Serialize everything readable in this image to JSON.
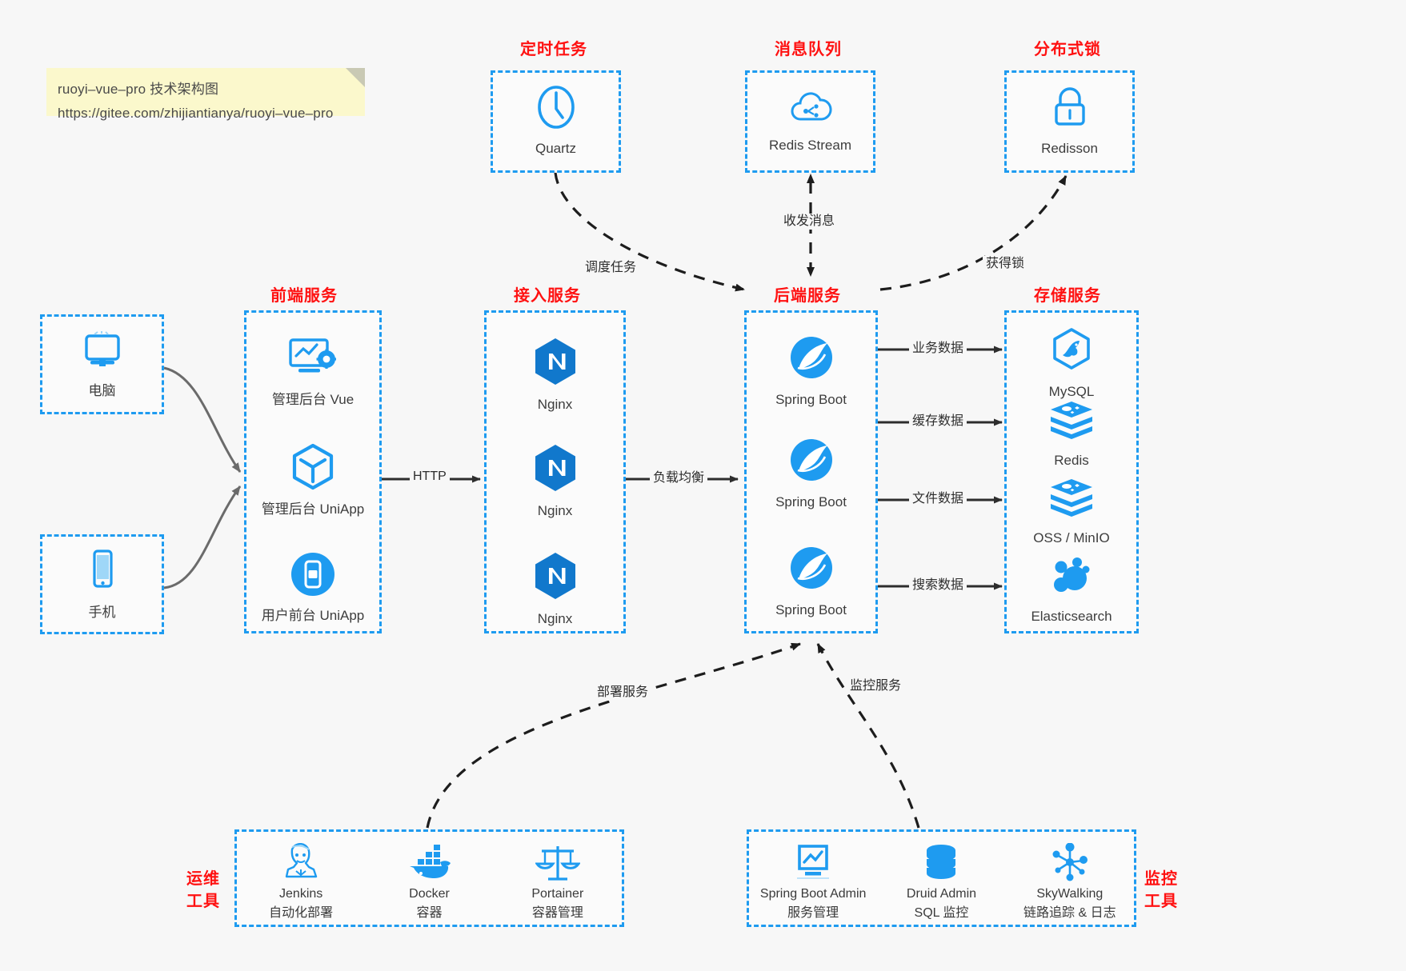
{
  "note": {
    "line1": "ruoyi–vue–pro 技术架构图",
    "line2": "https://gitee.com/zhijiantianya/ruoyi–vue–pro"
  },
  "colors": {
    "accent": "#1e9bf0",
    "title_red": "#ff1111",
    "canvas": "#f7f7f7",
    "note_bg": "#fbf8cc",
    "edge": "#2d2d2d",
    "curve": "#6b6b6b"
  },
  "groups": {
    "devices_pc": {
      "title": "",
      "items": [
        {
          "label": "电脑",
          "icon": "monitor-icon"
        }
      ]
    },
    "devices_phone": {
      "title": "",
      "items": [
        {
          "label": "手机",
          "icon": "smartphone-icon"
        }
      ]
    },
    "frontend": {
      "title": "前端服务",
      "items": [
        {
          "label": "管理后台 Vue",
          "icon": "dashboard-gear-icon"
        },
        {
          "label": "管理后台 UniApp",
          "icon": "cube-icon"
        },
        {
          "label": "用户前台 UniApp",
          "icon": "mobile-app-icon"
        }
      ]
    },
    "gateway": {
      "title": "接入服务",
      "items": [
        {
          "label": "Nginx",
          "icon": "nginx-icon"
        },
        {
          "label": "Nginx",
          "icon": "nginx-icon"
        },
        {
          "label": "Nginx",
          "icon": "nginx-icon"
        }
      ]
    },
    "backend": {
      "title": "后端服务",
      "items": [
        {
          "label": "Spring Boot",
          "icon": "spring-boot-icon"
        },
        {
          "label": "Spring Boot",
          "icon": "spring-boot-icon"
        },
        {
          "label": "Spring Boot",
          "icon": "spring-boot-icon"
        }
      ]
    },
    "storage": {
      "title": "存储服务",
      "items": [
        {
          "label": "MySQL",
          "icon": "mysql-icon"
        },
        {
          "label": "Redis",
          "icon": "redis-icon"
        },
        {
          "label": "OSS / MinIO",
          "icon": "oss-minio-icon"
        },
        {
          "label": "Elasticsearch",
          "icon": "elasticsearch-icon"
        }
      ]
    },
    "scheduler": {
      "title": "定时任务",
      "items": [
        {
          "label": "Quartz",
          "icon": "clock-icon"
        }
      ]
    },
    "mq": {
      "title": "消息队列",
      "items": [
        {
          "label": "Redis Stream",
          "icon": "cloud-stream-icon"
        }
      ]
    },
    "lock": {
      "title": "分布式锁",
      "items": [
        {
          "label": "Redisson",
          "icon": "padlock-icon"
        }
      ]
    },
    "devops": {
      "title": "运维\n工具",
      "title_line1": "运维",
      "title_line2": "工具",
      "items": [
        {
          "label": "Jenkins",
          "sub": "自动化部署",
          "icon": "jenkins-icon"
        },
        {
          "label": "Docker",
          "sub": "容器",
          "icon": "docker-icon"
        },
        {
          "label": "Portainer",
          "sub": "容器管理",
          "icon": "scales-icon"
        }
      ]
    },
    "monitor": {
      "title_line1": "监控",
      "title_line2": "工具",
      "items": [
        {
          "label": "Spring Boot Admin",
          "sub": "服务管理",
          "icon": "monitor-chart-icon"
        },
        {
          "label": "Druid Admin",
          "sub": "SQL 监控",
          "icon": "database-icon"
        },
        {
          "label": "SkyWalking",
          "sub": "链路追踪 & 日志",
          "icon": "skywalking-icon"
        }
      ]
    }
  },
  "edges": [
    {
      "id": "http",
      "label": "HTTP"
    },
    {
      "id": "lb",
      "label": "负载均衡"
    },
    {
      "id": "biz-data",
      "label": "业务数据"
    },
    {
      "id": "cache-data",
      "label": "缓存数据"
    },
    {
      "id": "file-data",
      "label": "文件数据"
    },
    {
      "id": "search-data",
      "label": "搜索数据"
    },
    {
      "id": "schedule-task",
      "label": "调度任务"
    },
    {
      "id": "mq-msg",
      "label": "收发消息"
    },
    {
      "id": "get-lock",
      "label": "获得锁"
    },
    {
      "id": "deploy",
      "label": "部署服务"
    },
    {
      "id": "monitor-svc",
      "label": "监控服务"
    }
  ]
}
